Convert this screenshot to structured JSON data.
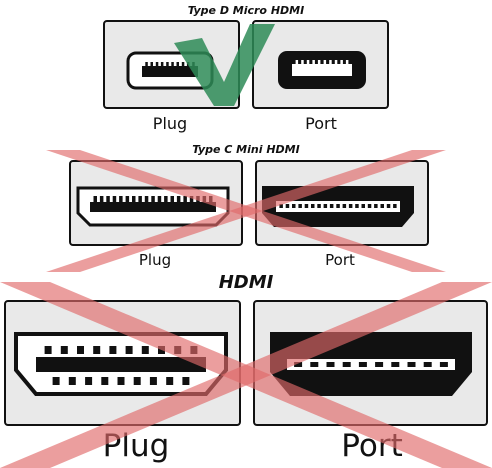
{
  "sections": [
    {
      "title": "Type D Micro HDMI",
      "plug_label": "Plug",
      "port_label": "Port",
      "status": "compatible",
      "marker": "check-mark-icon",
      "marker_color": "#2e8b57"
    },
    {
      "title": "Type C Mini HDMI",
      "plug_label": "Plug",
      "port_label": "Port",
      "status": "incompatible",
      "marker": "cross-mark-icon",
      "marker_color": "#e06a6a"
    },
    {
      "title": "HDMI",
      "plug_label": "Plug",
      "port_label": "Port",
      "status": "incompatible",
      "marker": "cross-mark-icon",
      "marker_color": "#e06a6a"
    }
  ],
  "colors": {
    "panel_fill": "#e9e9e9",
    "panel_stroke": "#111111",
    "port_fill": "#111111",
    "pin_color": "#111111"
  }
}
